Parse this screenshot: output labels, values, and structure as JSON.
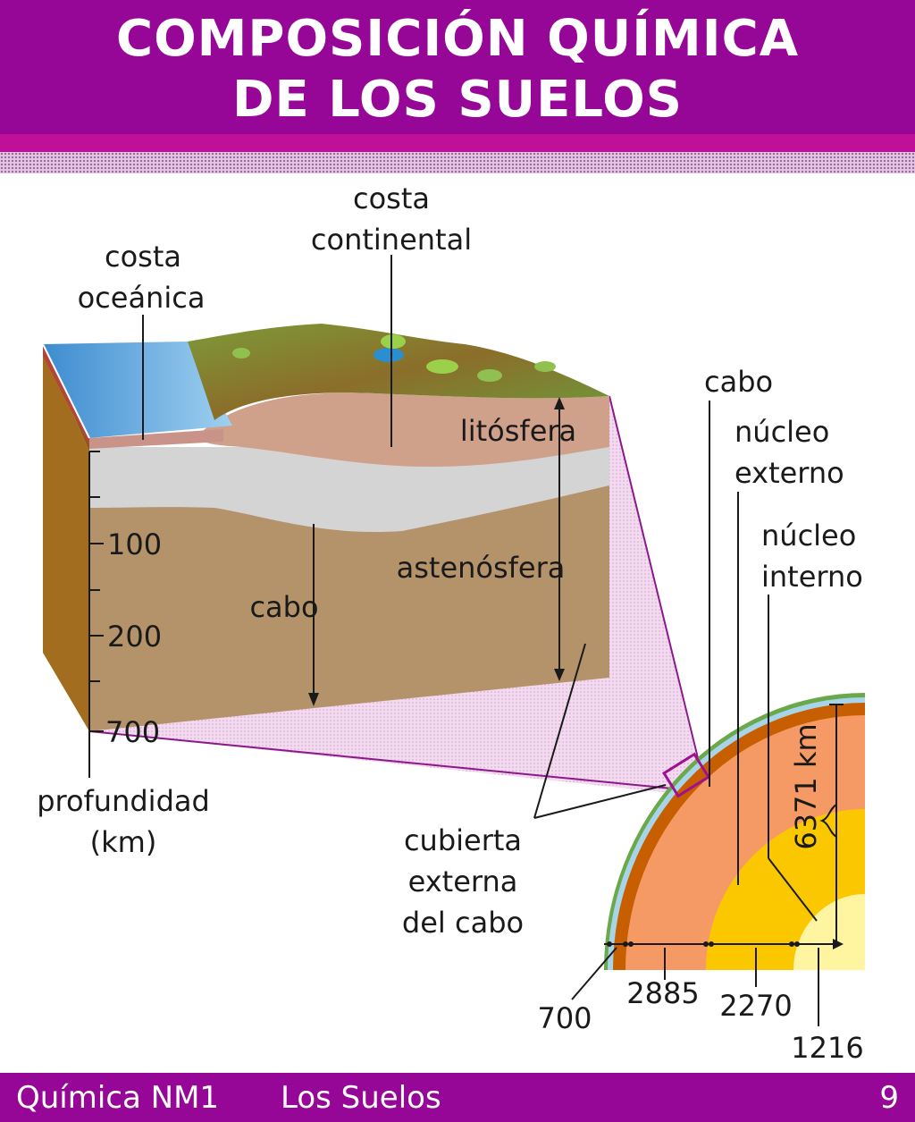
{
  "header": {
    "title_line1": "COMPOSICIÓN QUÍMICA",
    "title_line2": "DE LOS SUELOS"
  },
  "labels": {
    "costa_oceanica_1": "costa",
    "costa_oceanica_2": "oceánica",
    "costa_continental_1": "costa",
    "costa_continental_2": "continental",
    "litosfera": "litósfera",
    "astenosfera": "astenósfera",
    "cabo_block": "cabo",
    "profundidad_1": "profundidad",
    "profundidad_2": "(km)",
    "cubierta_1": "cubierta",
    "cubierta_2": "externa",
    "cubierta_3": "del cabo",
    "cabo_globe": "cabo",
    "nucleo_externo_1": "núcleo",
    "nucleo_externo_2": "externo",
    "nucleo_interno_1": "núcleo",
    "nucleo_interno_2": "interno",
    "radius": "6371 km"
  },
  "depth_scale": [
    "100",
    "200",
    "700"
  ],
  "globe_scale": [
    "700",
    "2885",
    "2270",
    "1216"
  ],
  "footer": {
    "left": "Química NM1",
    "middle": "Los Suelos",
    "page_number": "9"
  },
  "colors": {
    "header": "#970797",
    "ocean": "#4a9cd6",
    "land": "#6e8a2e",
    "lithosphere": "#cfa08a",
    "light_band": "#d4d4d4",
    "mantle_block": "#b5936a",
    "crust_side": "#a26d1e",
    "mantle_globe": "#f59a64",
    "outer_core": "#fbc800",
    "inner_core": "#fff4a0"
  }
}
